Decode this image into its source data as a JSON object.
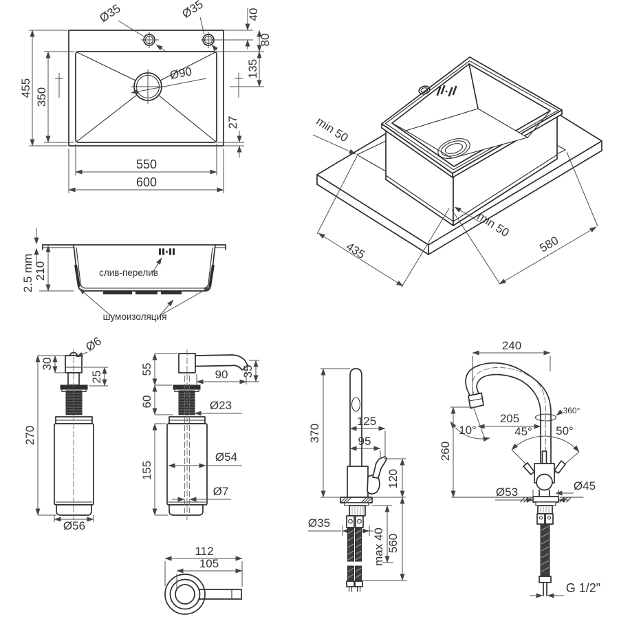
{
  "top": {
    "w600": "600",
    "w550": "550",
    "h455": "455",
    "h350": "350",
    "hole_l": "Ø35",
    "hole_r": "Ø35",
    "drain": "Ø90",
    "d40": "40",
    "d80": "80",
    "d135": "135",
    "d27": "27"
  },
  "iso": {
    "min_a": "min 50",
    "min_b": "min 50",
    "w435": "435",
    "l580": "580"
  },
  "section": {
    "t25": "2.5 mm",
    "d210": "210",
    "overflow": "слив-перелив",
    "insulation": "шумоизоляция"
  },
  "disp1": {
    "ball": "Ø6",
    "h30": "30",
    "h25": "25",
    "h270": "270",
    "d56": "Ø56"
  },
  "disp2": {
    "h55": "55",
    "l90": "90",
    "h35": "35",
    "h60": "60",
    "d23": "Ø23",
    "h155": "155",
    "d54": "Ø54",
    "d7": "Ø7"
  },
  "disptop": {
    "l112": "112",
    "l105": "105"
  },
  "tap_side": {
    "h370": "370",
    "l125": "125",
    "l95": "95",
    "h120": "120",
    "d35": "Ø35",
    "max40": "max 40",
    "h560": "560"
  },
  "tap_front": {
    "w240": "240",
    "l205": "205",
    "swivel": "360°",
    "a10": "10°",
    "a45": "45°",
    "a50": "50°",
    "h260": "260",
    "d53": "Ø53",
    "d45": "Ø45",
    "thread": "G 1/2\""
  }
}
